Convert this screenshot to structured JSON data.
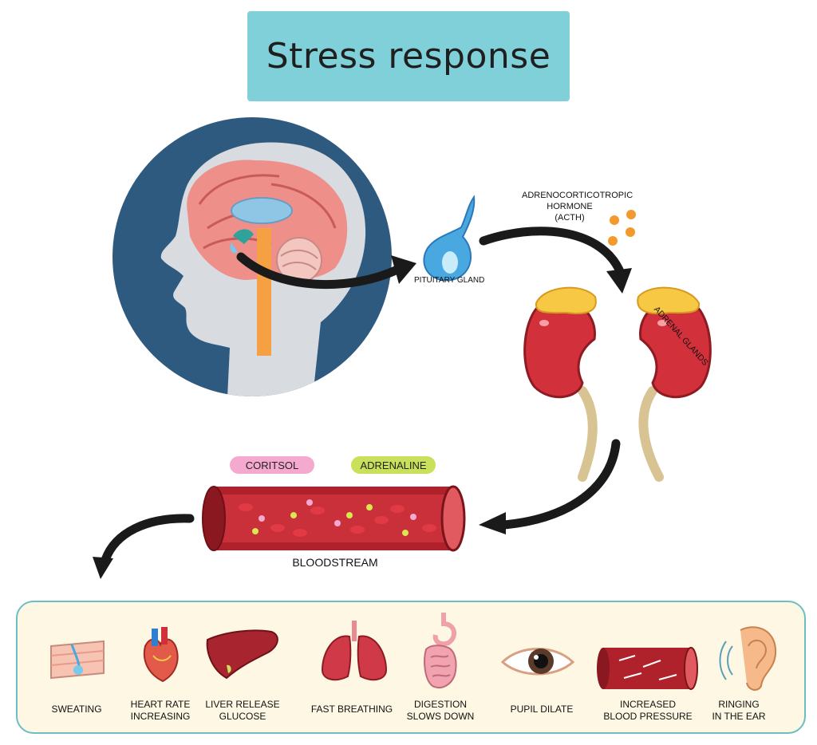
{
  "title": "Stress response",
  "labels": {
    "pituitary": "PITUITARY GLAND",
    "acth_line1": "ADRENOCORTICOTROPIC",
    "acth_line2": "HORMONE",
    "acth_line3": "(ACTH)",
    "adrenal": "ADRENAL GLANDS",
    "cortisol": "CORITSOL",
    "adrenaline": "ADRENALINE",
    "bloodstream": "BLOODSTREAM"
  },
  "symptoms": [
    {
      "line1": "SWEATING",
      "line2": "",
      "icon": "skin-sweat-icon"
    },
    {
      "line1": "HEART RATE",
      "line2": "INCREASING",
      "icon": "heart-icon"
    },
    {
      "line1": "LIVER RELEASE",
      "line2": "GLUCOSE",
      "icon": "liver-icon"
    },
    {
      "line1": "FAST BREATHING",
      "line2": "",
      "icon": "lungs-icon"
    },
    {
      "line1": "DIGESTION",
      "line2": "SLOWS DOWN",
      "icon": "digestive-icon"
    },
    {
      "line1": "PUPIL DILATE",
      "line2": "",
      "icon": "eye-icon"
    },
    {
      "line1": "INCREASED",
      "line2": "BLOOD PRESSURE",
      "icon": "blood-vessel-icon"
    },
    {
      "line1": "RINGING",
      "line2": "IN THE EAR",
      "icon": "ear-icon"
    }
  ],
  "colors": {
    "title_bg": "#7fd0d8",
    "head_circle": "#2f5a80",
    "cortisol_pill": "#f6a9cf",
    "adrenaline_pill": "#c9e15a",
    "panel_border": "#6bbfc4",
    "panel_bg": "#fdf7e3"
  }
}
